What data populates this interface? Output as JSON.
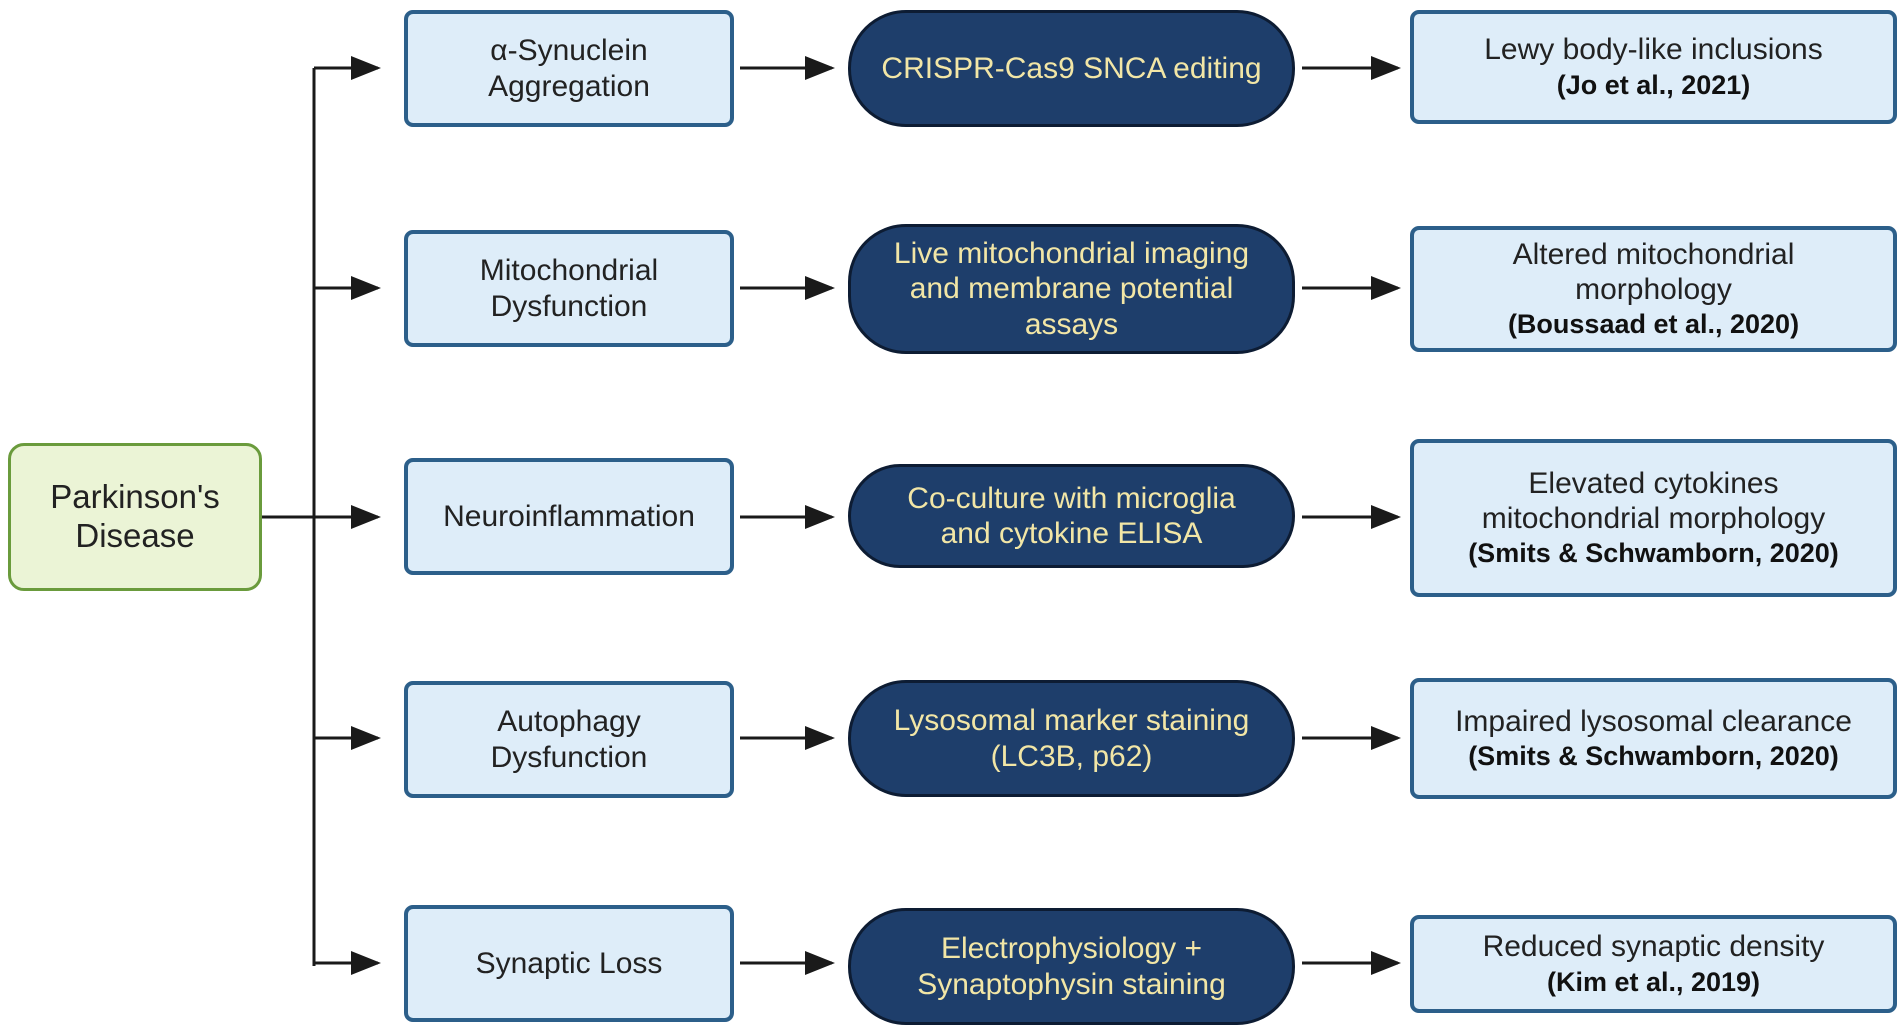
{
  "root": {
    "lines": [
      "Parkinson's",
      "Disease"
    ]
  },
  "rows": [
    {
      "mechanism": [
        "α-Synuclein",
        "Aggregation"
      ],
      "method": [
        "CRISPR-Cas9 SNCA editing"
      ],
      "result": [
        "Lewy body-like inclusions"
      ],
      "citation": "(Jo et al., 2021)"
    },
    {
      "mechanism": [
        "Mitochondrial",
        "Dysfunction"
      ],
      "method": [
        "Live mitochondrial imaging",
        "and membrane potential",
        "assays"
      ],
      "result": [
        "Altered mitochondrial",
        "morphology"
      ],
      "citation": "(Boussaad et al., 2020)"
    },
    {
      "mechanism": [
        "Neuroinflammation"
      ],
      "method": [
        "Co-culture with microglia",
        "and cytokine ELISA"
      ],
      "result": [
        "Elevated cytokines",
        "mitochondrial morphology"
      ],
      "citation": "(Smits & Schwamborn, 2020)"
    },
    {
      "mechanism": [
        "Autophagy",
        "Dysfunction"
      ],
      "method": [
        "Lysosomal marker staining",
        "(LC3B, p62)"
      ],
      "result": [
        "Impaired lysosomal clearance"
      ],
      "citation": "(Smits & Schwamborn, 2020)"
    },
    {
      "mechanism": [
        "Synaptic Loss"
      ],
      "method": [
        "Electrophysiology +",
        "Synaptophysin staining"
      ],
      "result": [
        "Reduced synaptic density"
      ],
      "citation": "(Kim et al., 2019)"
    }
  ],
  "colors": {
    "root_fill": "#ebf4d6",
    "root_border": "#6a9b3c",
    "box_fill": "#deedf9",
    "box_border": "#2c5f8a",
    "method_fill": "#1e3e6b",
    "method_text": "#f2e6a6",
    "arrow": "#1a1a1a"
  }
}
